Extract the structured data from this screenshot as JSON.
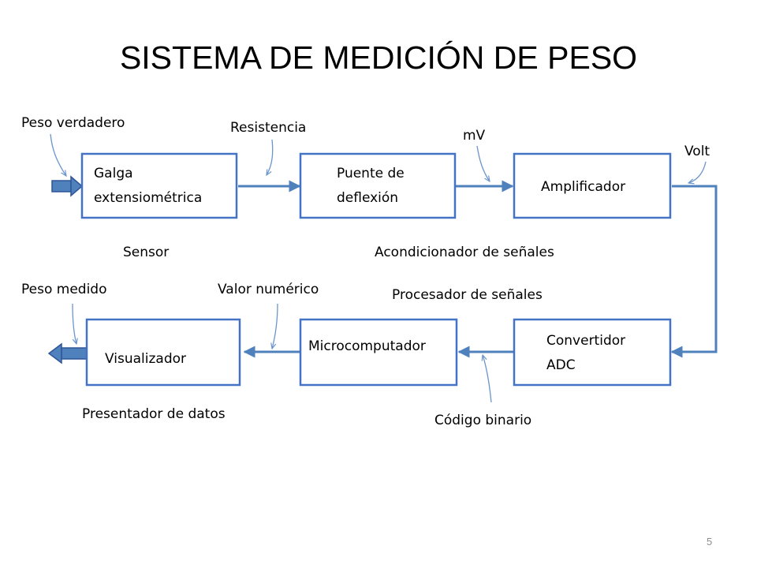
{
  "title": "SISTEMA DE MEDICIÓN DE PESO",
  "blocks": {
    "galga": [
      "Galga",
      "extensiométrica"
    ],
    "puente": [
      "Puente de",
      "deflexión"
    ],
    "amplificador": "Amplificador",
    "convertidor": [
      "Convertidor",
      "ADC"
    ],
    "microcomputador": "Microcomputador",
    "visualizador": "Visualizador"
  },
  "signals": {
    "peso_verdadero": "Peso verdadero",
    "resistencia": "Resistencia",
    "mv": "mV",
    "volt": "Volt",
    "codigo_binario": "Código binario",
    "valor_numerico": "Valor numérico",
    "peso_medido": "Peso medido"
  },
  "groups": {
    "sensor": "Sensor",
    "acondicionador": "Acondicionador de señales",
    "procesador": "Procesador de señales",
    "presentador": "Presentador de datos"
  },
  "page_number": "5",
  "colors": {
    "box_border": "#4472c4",
    "connector": "#4f81bd",
    "arrow_fill": "#4f81bd"
  }
}
